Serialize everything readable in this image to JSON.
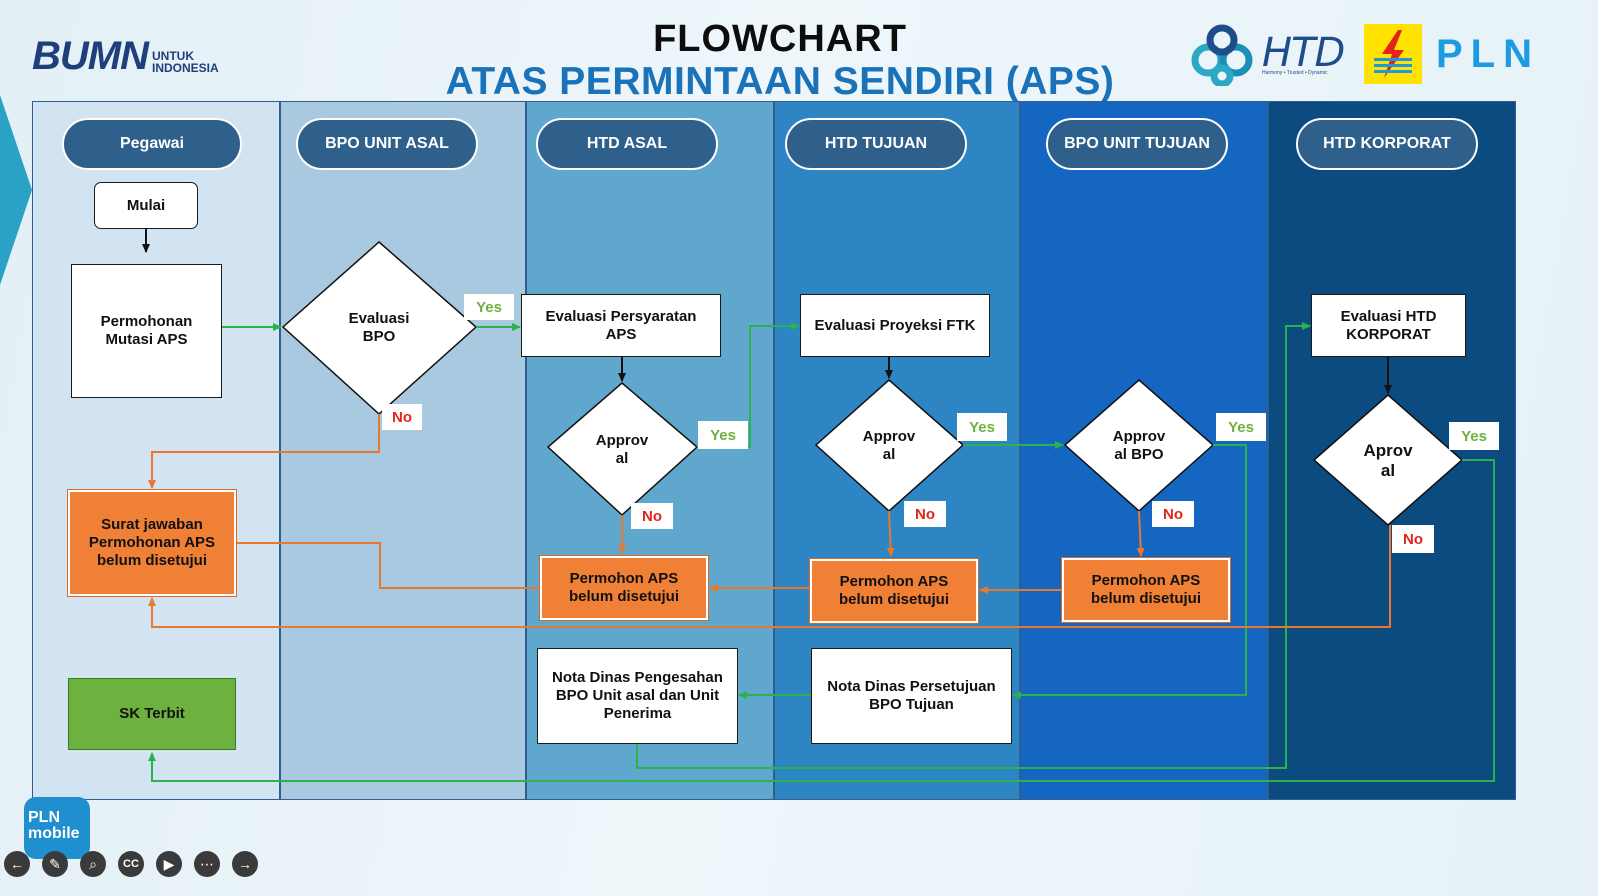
{
  "header": {
    "title_line1": "FLOWCHART",
    "title_line2": "ATAS PERMINTAAN SENDIRI (APS)"
  },
  "logos": {
    "bumn": {
      "word": "BUMN",
      "sub": "UNTUK\nINDONESIA"
    },
    "htd": {
      "word": "HTD",
      "tagline": "Harmony • Trusted • Dynamic"
    },
    "pln": {
      "word": "PLN"
    },
    "pln_mobile": {
      "word": "PLN\nmobile"
    }
  },
  "lanes": [
    {
      "label": "Pegawai",
      "color": "#d2e3f1"
    },
    {
      "label": "BPO UNIT ASAL",
      "color": "#a9c9e0"
    },
    {
      "label": "HTD ASAL",
      "color": "#5fa7cc"
    },
    {
      "label": "HTD TUJUAN",
      "color": "#2d86c3"
    },
    {
      "label": "BPO UNIT TUJUAN",
      "color": "#1466c1"
    },
    {
      "label": "HTD KORPORAT",
      "color": "#0c4b80"
    }
  ],
  "nodes": {
    "mulai": "Mulai",
    "permohonan_mutasi": "Permohonan\nMutasi APS",
    "evaluasi_bpo": "Evaluasi\nBPO",
    "evaluasi_persyaratan": "Evaluasi Persyaratan\nAPS",
    "approval_htd_asal": "Approv\nal",
    "evaluasi_proyeksi": "Evaluasi Proyeksi FTK",
    "approval_htd_tujuan": "Approv\nal",
    "approval_bpo": "Approv\nal BPO",
    "evaluasi_htd_korporat": "Evaluasi HTD\nKORPORAT",
    "approval_korporat": "Aprov\nal",
    "surat_jawaban": "Surat jawaban\nPermohonan APS\nbelum disetujui",
    "permohonan_belum_1": "Permohon APS\nbelum disetujui",
    "permohonan_belum_2": "Permohon APS\nbelum disetujui",
    "permohonan_belum_3": "Permohon APS\nbelum disetujui",
    "nota_pengesahan": "Nota Dinas Pengesahan\nBPO Unit asal dan Unit\nPenerima",
    "nota_persetujuan": "Nota Dinas Persetujuan\nBPO  Tujuan",
    "sk_terbit": "SK Terbit"
  },
  "labels": {
    "yes": "Yes",
    "no": "No"
  },
  "colors": {
    "yes_arrow": "#2bb24c",
    "no_arrow": "#e8782e",
    "main_arrow": "#111111",
    "green_box": "#6db13f",
    "orange_box": "#f08036"
  },
  "controls": [
    "back-arrow-icon",
    "pen-icon",
    "zoom-icon",
    "captions-icon",
    "camera-off-icon",
    "more-icon",
    "forward-arrow-icon"
  ]
}
